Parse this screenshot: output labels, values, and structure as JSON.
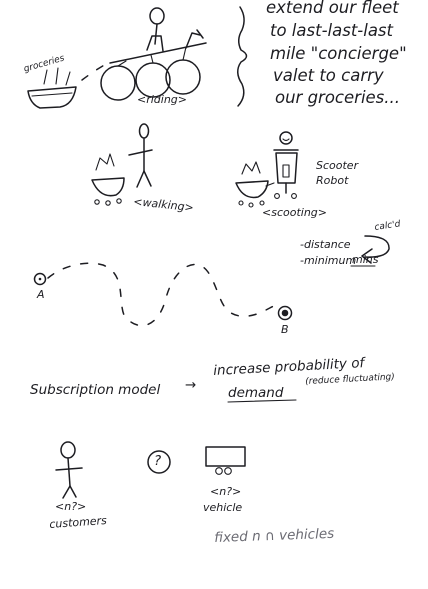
{
  "fleet_note": {
    "lines": [
      "extend our fleet",
      "to last-last-last",
      "mile \"concierge\"",
      "valet to carry",
      "our groceries..."
    ]
  },
  "modes": {
    "groceries_label": "groceries",
    "riding": "<riding>",
    "walking": "<walking>",
    "scooting": "<scooting>",
    "scooter_label": "Scooter Robot"
  },
  "metrics": {
    "distance": "-distance",
    "minimum": "-minimum",
    "mins": "mins",
    "calcd": "calc'd"
  },
  "route": {
    "start": "A",
    "end": "B"
  },
  "subscription": {
    "text_left": "Subscription model",
    "arrow": "→",
    "increase": "increase probability of",
    "demand": "demand",
    "reduce": "(reduce fluctuating)"
  },
  "bottom": {
    "question": "?",
    "customers_n": "<n?>",
    "customers": "customers",
    "vehicle_n": "<n?>",
    "vehicle": "vehicle",
    "fixed": "fixed n ∩ vehicles"
  }
}
